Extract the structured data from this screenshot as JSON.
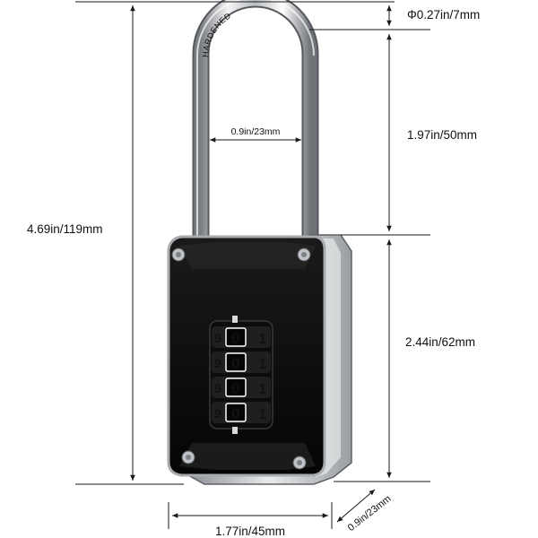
{
  "product": {
    "shackle_marking": "HARDENED",
    "dials": [
      [
        "9",
        "0",
        "1"
      ],
      [
        "9",
        "0",
        "1"
      ],
      [
        "9",
        "0",
        "1"
      ],
      [
        "9",
        "0",
        "1"
      ]
    ]
  },
  "dimensions": {
    "shackle_diameter": "Φ0.27in/7mm",
    "shackle_inner_width": "0.9in/23mm",
    "shackle_clearance": "1.97in/50mm",
    "total_height": "4.69in/119mm",
    "body_height": "2.44in/62mm",
    "body_width": "1.77in/45mm",
    "body_depth": "0.9in/23mm"
  },
  "colors": {
    "body_black": "#111111",
    "frame_silver": "#c7c9cc",
    "chrome": "#e6e7e9",
    "dial_text": "#ffffff",
    "line": "#1a1a1a"
  }
}
